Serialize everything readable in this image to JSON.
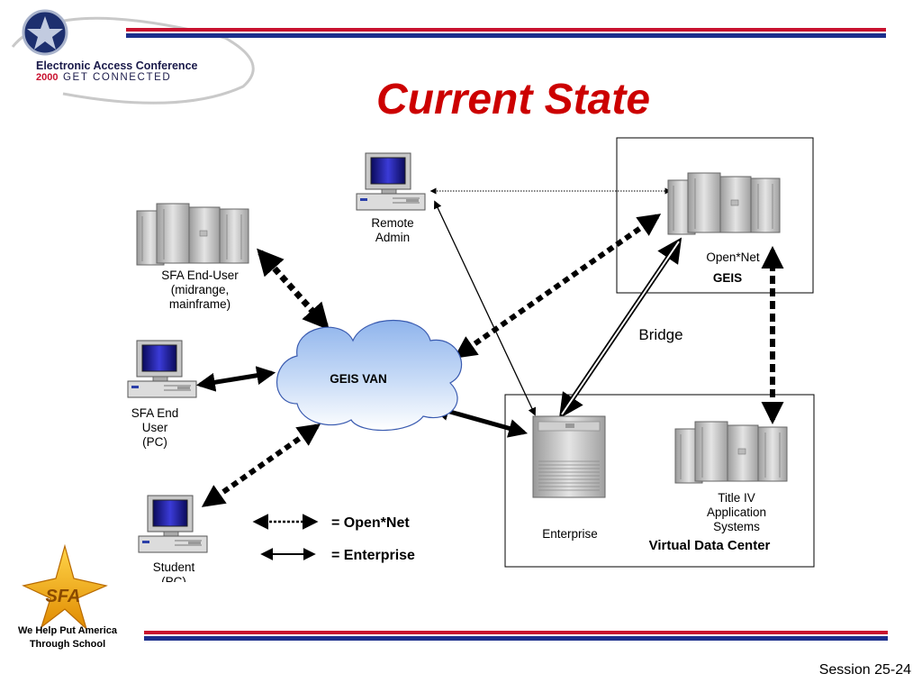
{
  "header": {
    "conference_name": "Electronic Access Conference",
    "conference_year": "2000",
    "conference_tagline": "GET CONNECTED"
  },
  "title": "Current State",
  "nodes": {
    "remote_admin": [
      "Remote",
      "Admin"
    ],
    "sfa_enduser_mainframe": [
      "SFA End-User",
      "(midrange,",
      "mainframe)"
    ],
    "sfa_enduser_pc": [
      "SFA End",
      "User",
      "(PC)"
    ],
    "student_pc": [
      "Student",
      "(PC)"
    ],
    "geis_van": "GEIS VAN",
    "opennet_server": "Open*Net",
    "geis_box": "GEIS",
    "bridge": "Bridge",
    "enterprise": "Enterprise",
    "title_iv": [
      "Title IV",
      "Application",
      "Systems"
    ],
    "vdc_box": "Virtual Data Center"
  },
  "legend": {
    "opennet": "= Open*Net",
    "enterprise": "= Enterprise"
  },
  "footer": {
    "slogan": [
      "We Help Put America",
      "Through School"
    ],
    "logo_text": "SFA",
    "session": "Session 25-24"
  },
  "colors": {
    "title_red": "#cc0000",
    "rule_red": "#c8102e",
    "rule_blue": "#1c2f8c",
    "cloud_blue": "#a9c6f2"
  }
}
